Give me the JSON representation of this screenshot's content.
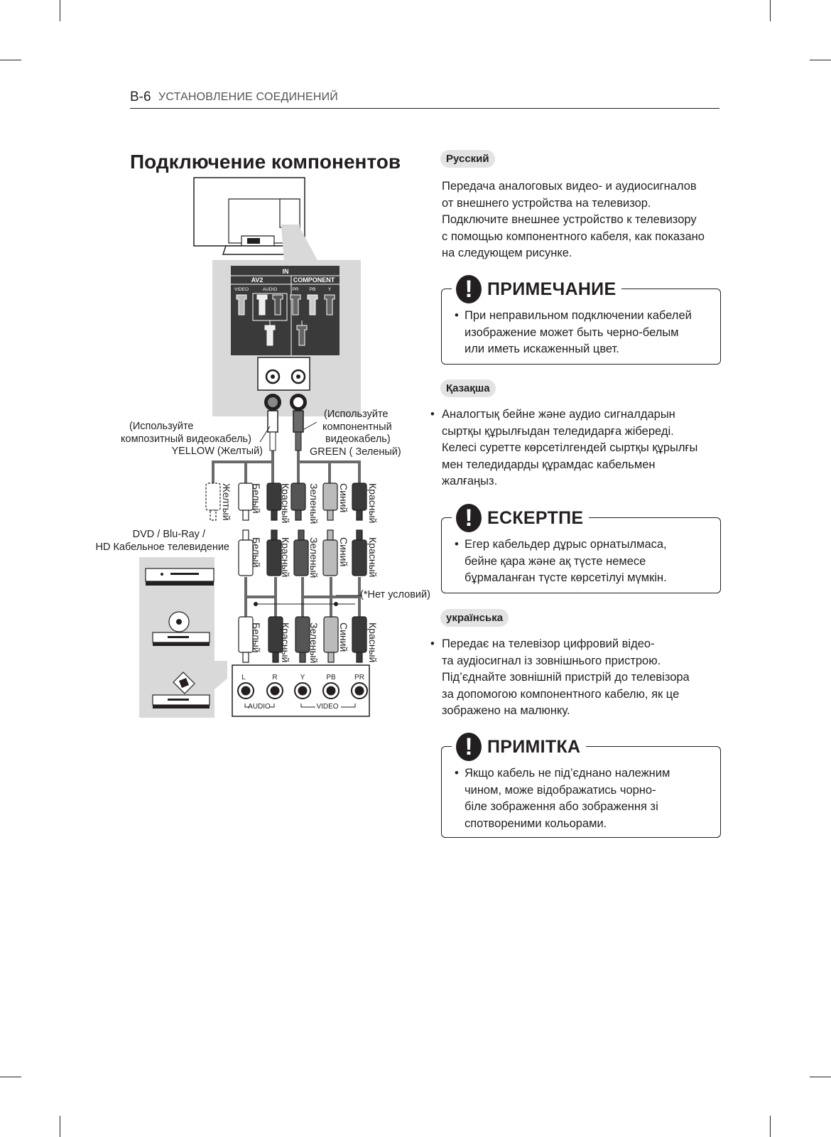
{
  "header": {
    "page": "B-6",
    "section": "УСТАНОВЛЕНИЕ СОЕДИНЕНИЙ"
  },
  "title": "Подключение компонентов",
  "diagram": {
    "port_panel": {
      "in": "IN",
      "av2": "AV2",
      "component": "COMPONENT",
      "video": "VIDEO",
      "audio": "AUDIO",
      "pr": "PR",
      "pb": "PB",
      "y": "Y"
    },
    "composite_hint": [
      "(Используйте",
      "композитный видеокабель)",
      "YELLOW (Желтый)"
    ],
    "component_hint": [
      "(Используйте",
      "компонентный",
      "видеокабель)",
      "GREEN ( Зеленый)"
    ],
    "device_label": [
      "DVD / Blu-Ray /",
      "HD Кабельное телевидение"
    ],
    "not_provided": "(*Нет условий)",
    "plugs_top": [
      "Желтый",
      "Белый",
      "Красный",
      "Зеленый",
      "Синий",
      "Красный"
    ],
    "plugs_mid": [
      "Белый",
      "Красный",
      "Зеленый",
      "Синий",
      "Красный"
    ],
    "plugs_bottom": [
      "Белый",
      "Красный",
      "Зеленый",
      "Синий",
      "Красный"
    ],
    "device_ports": {
      "l": "L",
      "r": "R",
      "y": "Y",
      "pb": "PB",
      "pr": "PR",
      "audio": "AUDIO",
      "video": "VIDEO"
    }
  },
  "russian": {
    "tag": "Русский",
    "text": [
      "Передача аналоговых видео- и аудиосигналов",
      "от внешнего устройства на телевизор.",
      "Подключите внешнее устройство к телевизору",
      "с помощью компонентного кабеля, как показано",
      "на следующем рисунке."
    ],
    "note_title": "ПРИМЕЧАНИЕ",
    "note_text": [
      "При неправильном подключении кабелей",
      "изображение может быть черно-белым",
      "или иметь искаженный цвет."
    ]
  },
  "kazakh": {
    "tag": "Қазақша",
    "text": [
      "Аналогтық бейне және аудио сигналдарын",
      "сыртқы құрылғыдан теледидарға жібереді.",
      "Келесі суретте көрсетілгендей сыртқы құрылғы",
      "мен теледидарды құрамдас кабельмен",
      "жалғаңыз."
    ],
    "note_title": "ЕСКЕРТПЕ",
    "note_text": [
      "Егер кабельдер дұрыс орнатылмаса,",
      "бейне қара және ақ түсте немесе",
      "бұрмаланған түсте көрсетілуі мүмкін."
    ]
  },
  "ukrainian": {
    "tag": "українська",
    "text": [
      "Передає на телевізор цифровий відео-",
      "та аудіосигнал із зовнішнього пристрою.",
      "Під’єднайте зовнішній пристрій до телевізора",
      "за допомогою компонентного кабелю, як це",
      "зображено на малюнку."
    ],
    "note_title": "ПРИМІТКА",
    "note_text": [
      "Якщо кабель не під’єднано належним",
      "чином, може відображатись чорно-",
      "біле зображення або зображення зі",
      "спотвореними кольорами."
    ]
  },
  "colors": {
    "text": "#231f20",
    "tag_bg": "#e3e3e3",
    "panel_bg": "#d9d9d9",
    "port_dark": "#3a3a3a"
  }
}
